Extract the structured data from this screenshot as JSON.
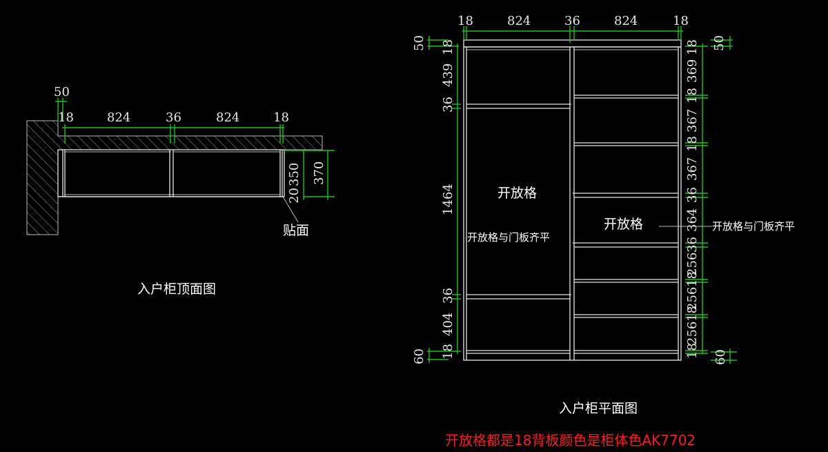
{
  "top_view": {
    "title": "入户柜顶面图",
    "dim_wall_offset": "50",
    "widths": [
      "18",
      "824",
      "36",
      "824",
      "18"
    ],
    "depth_inner": "350",
    "depth_total": "370",
    "depth_front": "20",
    "veneer_label": "贴面"
  },
  "front_view": {
    "title": "入户柜平面图",
    "top_widths": [
      "18",
      "824",
      "36",
      "824",
      "18"
    ],
    "left_dims": [
      "50",
      "18",
      "439",
      "36",
      "1464",
      "36",
      "404",
      "18",
      "60"
    ],
    "right_dims": [
      "50",
      "18",
      "369",
      "18",
      "367",
      "18",
      "367",
      "36",
      "364",
      "36",
      "256",
      "18",
      "256",
      "18",
      "256",
      "18",
      "60"
    ],
    "left_open_label": "开放格",
    "left_note": "开放格与门板齐平",
    "right_open_label": "开放格",
    "right_note": "开放格与门板齐平"
  },
  "footer_note": "开放格都是18背板颜色是柜体色AK7702",
  "colors": {
    "background": "#000000",
    "lines": "#e6e6e6",
    "dimension": "#19c419",
    "note": "#ff1a1a"
  }
}
